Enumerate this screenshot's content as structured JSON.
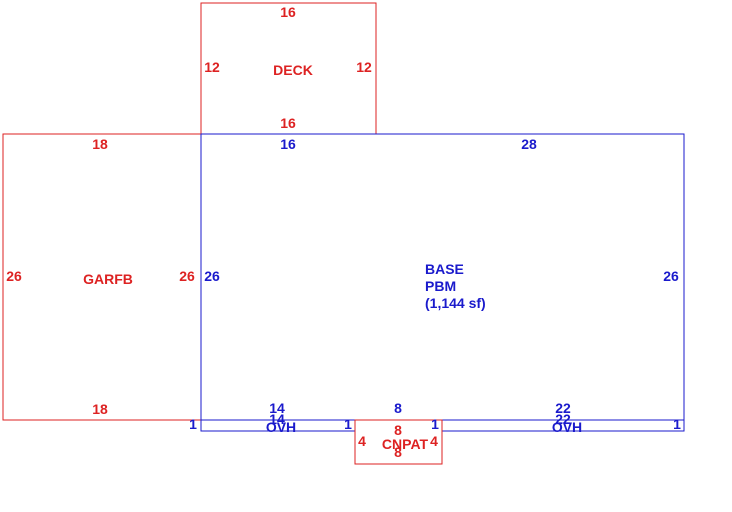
{
  "colors": {
    "red": "#dd2222",
    "blue": "#1a1acc"
  },
  "areas": {
    "deck": {
      "label": "DECK"
    },
    "garfb": {
      "label": "GARFB"
    },
    "base": {
      "label": "BASE",
      "sublabel": "PBM",
      "area": "(1,144 sf)"
    },
    "cnpat": {
      "label": "CNPAT"
    },
    "ovh_left": {
      "label": "OVH"
    },
    "ovh_right": {
      "label": "OVH"
    }
  },
  "dimensions": {
    "deck_top": "16",
    "deck_left": "12",
    "deck_right": "12",
    "deck_bottom": "16",
    "garfb_top": "18",
    "garfb_left": "26",
    "garfb_right": "26",
    "garfb_bottom": "18",
    "base_top_left": "16",
    "base_top_right": "28",
    "base_left": "26",
    "base_right": "26",
    "base_bottom_left": "14",
    "base_bottom_mid": "8",
    "base_bottom_right": "22",
    "ovh_left_top": "14",
    "ovh_left_end_left": "1",
    "ovh_left_end_right": "1",
    "ovh_right_top": "22",
    "ovh_right_end_left": "1",
    "ovh_right_end_right": "1",
    "cnpat_top": "8",
    "cnpat_bottom": "8",
    "cnpat_left": "4",
    "cnpat_right": "4"
  }
}
